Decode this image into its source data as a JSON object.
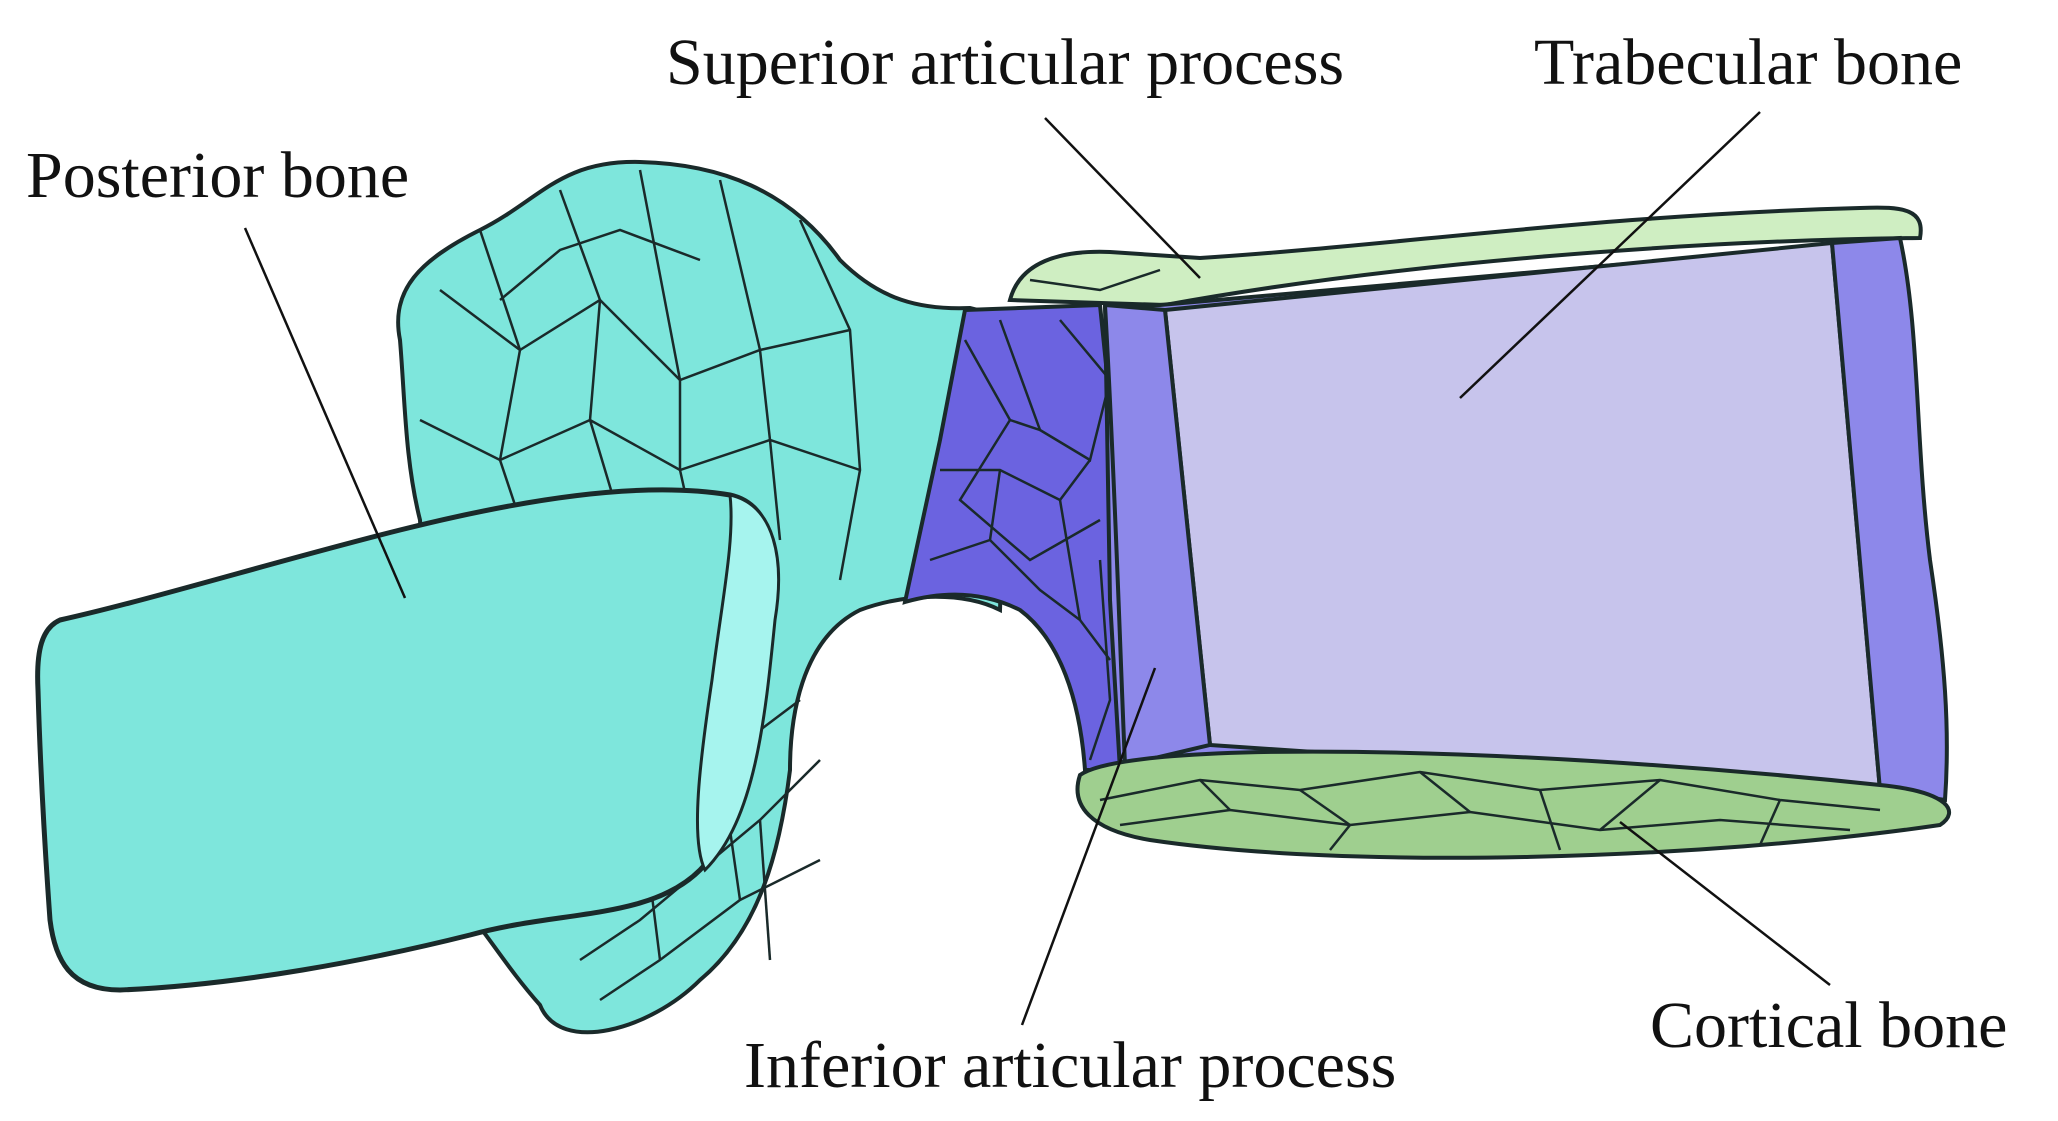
{
  "labels": {
    "posterior_bone": "Posterior bone",
    "superior_articular_process": "Superior articular process",
    "trabecular_bone": "Trabecular bone",
    "cortical_bone": "Cortical bone",
    "inferior_articular_process": "Inferior articular process"
  },
  "colors": {
    "posterior_bone": "#7ee6dc",
    "posterior_bone_light": "#a6f4ee",
    "articular_process": "#6b63e0",
    "trabecular_bone": "#c7c4ec",
    "cortical_side": "#8d88ea",
    "cortical_bone": "#cfeec2",
    "cortical_bottom": "#9fcf8f",
    "mesh_line": "#1a2a2a",
    "leader_line": "#111111"
  }
}
